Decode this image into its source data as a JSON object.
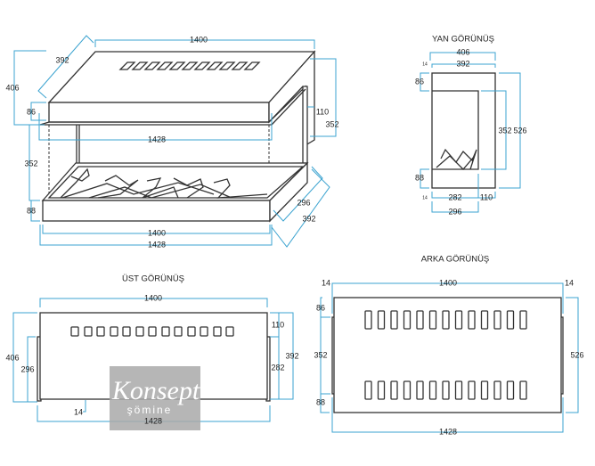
{
  "colors": {
    "dimension": "#3ba3d0",
    "outline": "#333333",
    "watermark_bg": "#a9a9a9"
  },
  "perspective_view": {
    "dims": {
      "top_width": "1400",
      "top_depth": "392",
      "total_height": "406",
      "hood_height": "86",
      "side_panel_width": "110",
      "side_height": "352",
      "inner_width": "1428",
      "opening_height": "352",
      "base_height": "88",
      "base_depth_inner": "296",
      "base_depth": "392",
      "bottom_width": "1400",
      "bottom_total_width": "1428"
    }
  },
  "side_view": {
    "title": "YAN GÖRÜNÜŞ",
    "dims": {
      "total_depth": "406",
      "depth": "392",
      "offset_top": "14",
      "hood_height": "86",
      "opening_height": "352",
      "total_height": "526",
      "base_height": "88",
      "offset_bottom": "14",
      "inner_depth": "282",
      "panel_width": "110",
      "base_depth": "296"
    }
  },
  "top_view": {
    "title": "ÜST GÖRÜNÜŞ",
    "dims": {
      "width": "1400",
      "total_depth": "406",
      "base_depth": "296",
      "panel_width": "110",
      "depth": "392",
      "inner_depth": "282",
      "offset": "14",
      "total_width": "1428"
    }
  },
  "back_view": {
    "title": "ARKA  GÖRÜNÜŞ",
    "dims": {
      "left_offset": "14",
      "width": "1400",
      "right_offset": "14",
      "hood_height": "86",
      "middle_height": "352",
      "base_height": "88",
      "total_height": "526",
      "total_width": "1428"
    }
  },
  "watermark": {
    "brand": "Konsept",
    "subtitle": "şömine"
  }
}
